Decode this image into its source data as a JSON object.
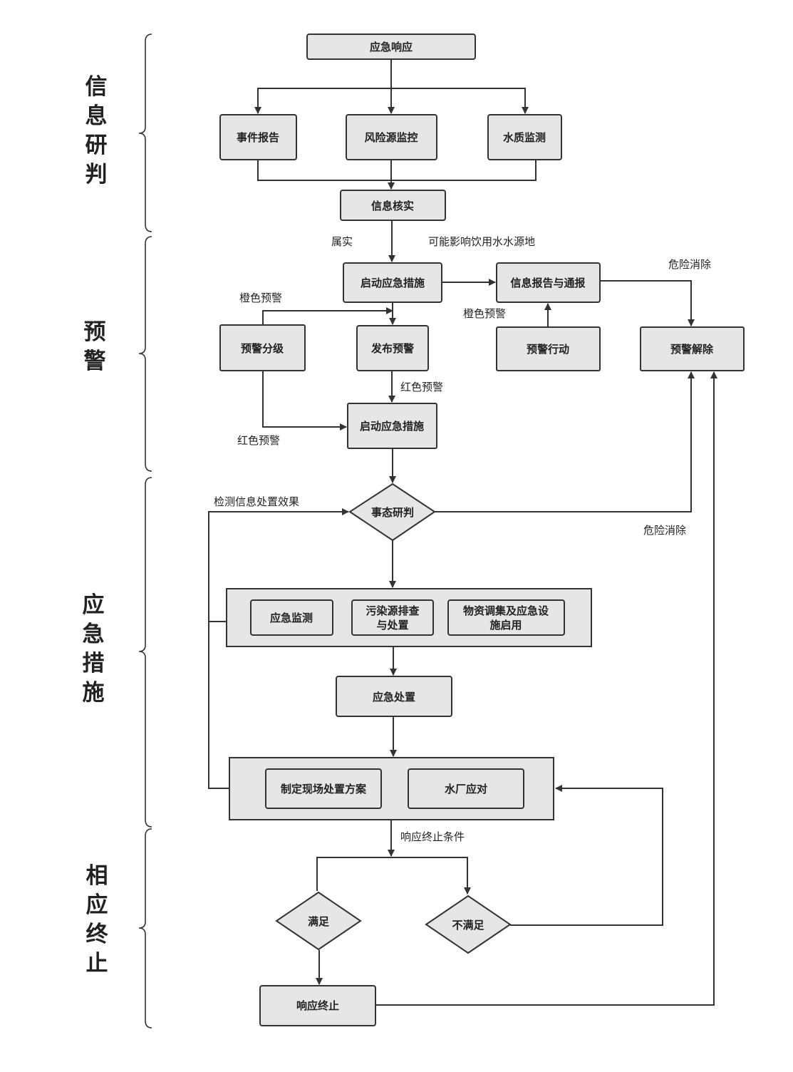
{
  "sections": [
    {
      "id": "info",
      "label": "信息研判"
    },
    {
      "id": "warn",
      "label": "预警"
    },
    {
      "id": "measures",
      "label": "应急措施"
    },
    {
      "id": "end",
      "label": "相应终止"
    }
  ],
  "nodes": {
    "emergency_response": "应急响应",
    "event_report": "事件报告",
    "risk_monitor": "风险源监控",
    "water_quality": "水质监测",
    "info_verify": "信息核实",
    "start_measures_1": "启动应急措施",
    "info_report_notify": "信息报告与通报",
    "warning_grading": "预警分级",
    "publish_warning": "发布预警",
    "warning_action": "预警行动",
    "warning_release": "预警解除",
    "start_measures_2": "启动应急措施",
    "situation_judge": "事态研判",
    "emergency_monitoring": "应急监测",
    "pollution_source": [
      "污染源排查",
      "与处置"
    ],
    "materials": [
      "物资调集及应急设",
      "施启用"
    ],
    "emergency_disposal": "应急处置",
    "onsite_plan": "制定现场处置方案",
    "waterworks_response": "水厂应对",
    "satisfied": "满足",
    "not_satisfied": "不满足",
    "response_end": "响应终止"
  },
  "edge_labels": {
    "confirmed": "属实",
    "may_affect_source": "可能影响饮用水水源地",
    "danger_cleared_1": "危险消除",
    "orange_warning_1": "橙色预警",
    "orange_warning_2": "橙色预警",
    "red_warning_1": "红色预警",
    "red_warning_2": "红色预警",
    "detect_effect": "检测信息处置效果",
    "danger_cleared_2": "危险消除",
    "termination_condition": "响应终止条件"
  }
}
